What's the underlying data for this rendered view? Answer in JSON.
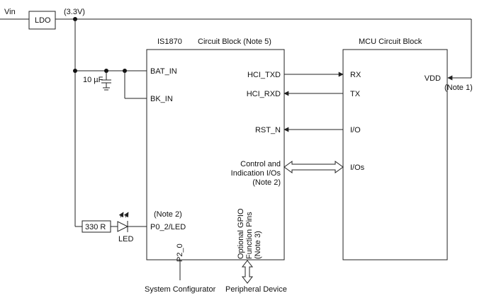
{
  "inputs": {
    "vin": "Vin",
    "ldo": "LDO",
    "v33": "(3.3V)"
  },
  "is1870": {
    "title": "IS1870",
    "subtitle": "Circuit Block (Note 5)",
    "pins": {
      "bat_in": "BAT_IN",
      "bk_in": "BK_IN",
      "hci_txd": "HCI_TXD",
      "hci_rxd": "HCI_RXD",
      "rst_n": "RST_N",
      "control_1": "Control and",
      "control_2": "Indication I/Os",
      "control_3": "(Note 2)",
      "note2": "(Note 2)",
      "p0_2": "P0_2/LED",
      "p2_0": "P2_0",
      "gpio_1": "Optional GPIO",
      "gpio_2": "Function Pins",
      "gpio_3": "(Note 3)"
    }
  },
  "mcu": {
    "title": "MCU Circuit Block",
    "pins": {
      "rx": "RX",
      "tx": "TX",
      "io": "I/O",
      "ios": "I/Os",
      "vdd": "VDD"
    },
    "note1": "(Note 1)"
  },
  "components": {
    "cap": "10 µF",
    "resistor": "330 R",
    "led": "LED"
  },
  "external": {
    "sys_config": "System Configurator",
    "peripheral": "Peripheral Device"
  }
}
